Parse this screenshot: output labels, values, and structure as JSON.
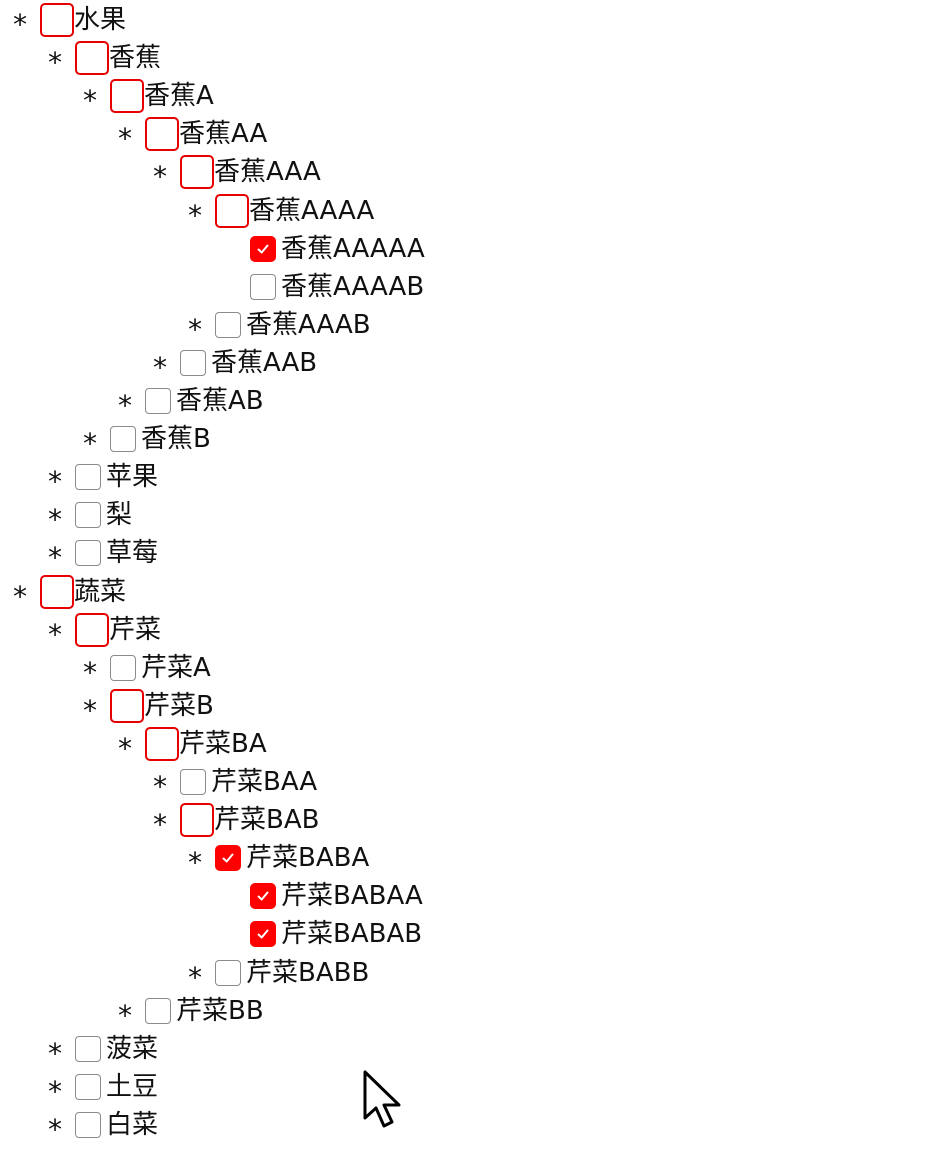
{
  "tree": [
    {
      "label": "水果",
      "depth": 0,
      "expander": "*",
      "state": "partial"
    },
    {
      "label": "香蕉",
      "depth": 1,
      "expander": "*",
      "state": "partial"
    },
    {
      "label": "香蕉A",
      "depth": 2,
      "expander": "*",
      "state": "partial"
    },
    {
      "label": "香蕉AA",
      "depth": 3,
      "expander": "*",
      "state": "partial"
    },
    {
      "label": "香蕉AAA",
      "depth": 4,
      "expander": "*",
      "state": "partial"
    },
    {
      "label": "香蕉AAAA",
      "depth": 5,
      "expander": "*",
      "state": "partial"
    },
    {
      "label": "香蕉AAAAA",
      "depth": 6,
      "expander": "",
      "state": "checked"
    },
    {
      "label": "香蕉AAAAB",
      "depth": 6,
      "expander": "",
      "state": "unchecked"
    },
    {
      "label": "香蕉AAAB",
      "depth": 5,
      "expander": "*",
      "state": "unchecked"
    },
    {
      "label": "香蕉AAB",
      "depth": 4,
      "expander": "*",
      "state": "unchecked"
    },
    {
      "label": "香蕉AB",
      "depth": 3,
      "expander": "*",
      "state": "unchecked"
    },
    {
      "label": "香蕉B",
      "depth": 2,
      "expander": "*",
      "state": "unchecked"
    },
    {
      "label": "苹果",
      "depth": 1,
      "expander": "*",
      "state": "unchecked"
    },
    {
      "label": "梨",
      "depth": 1,
      "expander": "*",
      "state": "unchecked"
    },
    {
      "label": "草莓",
      "depth": 1,
      "expander": "*",
      "state": "unchecked"
    },
    {
      "label": "蔬菜",
      "depth": 0,
      "expander": "*",
      "state": "partial"
    },
    {
      "label": "芹菜",
      "depth": 1,
      "expander": "*",
      "state": "partial"
    },
    {
      "label": "芹菜A",
      "depth": 2,
      "expander": "*",
      "state": "unchecked"
    },
    {
      "label": "芹菜B",
      "depth": 2,
      "expander": "*",
      "state": "partial"
    },
    {
      "label": "芹菜BA",
      "depth": 3,
      "expander": "*",
      "state": "partial"
    },
    {
      "label": "芹菜BAA",
      "depth": 4,
      "expander": "*",
      "state": "unchecked"
    },
    {
      "label": "芹菜BAB",
      "depth": 4,
      "expander": "*",
      "state": "partial"
    },
    {
      "label": "芹菜BABA",
      "depth": 5,
      "expander": "*",
      "state": "checked"
    },
    {
      "label": "芹菜BABAA",
      "depth": 6,
      "expander": "",
      "state": "checked"
    },
    {
      "label": "芹菜BABAB",
      "depth": 6,
      "expander": "",
      "state": "checked"
    },
    {
      "label": "芹菜BABB",
      "depth": 5,
      "expander": "*",
      "state": "unchecked"
    },
    {
      "label": "芹菜BB",
      "depth": 3,
      "expander": "*",
      "state": "unchecked"
    },
    {
      "label": "菠菜",
      "depth": 1,
      "expander": "*",
      "state": "unchecked"
    },
    {
      "label": "土豆",
      "depth": 1,
      "expander": "*",
      "state": "unchecked"
    },
    {
      "label": "白菜",
      "depth": 1,
      "expander": "*",
      "state": "unchecked"
    }
  ],
  "colors": {
    "accent": "#ff0000",
    "partial_border": "#e60000",
    "unchecked_border": "#8a8a8a",
    "text": "#111111",
    "background": "#ffffff"
  },
  "icons": {
    "checkmark": "check-icon",
    "expander": "asterisk-expander-icon",
    "cursor": "mouse-pointer-icon"
  }
}
